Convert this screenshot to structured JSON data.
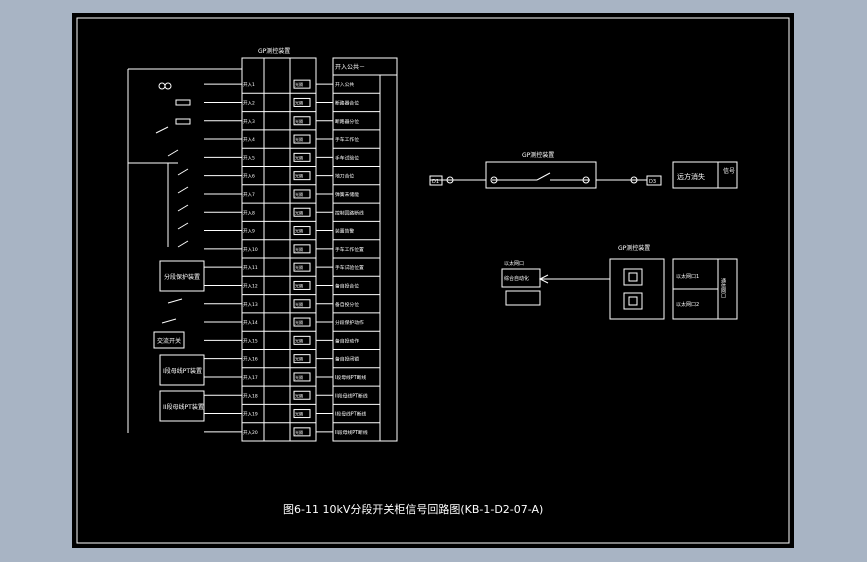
{
  "caption": "图6-11 10kV分段开关柜信号回路图(KB-1-D2-07-A)",
  "left_device_header": "GP测控装置",
  "signal_table_header": "开入公共－",
  "terminal_label_prefix": "开入",
  "terminal_numbers": [
    "1",
    "2",
    "3",
    "4",
    "5",
    "6",
    "7",
    "8",
    "9",
    "10",
    "11",
    "12",
    "13",
    "14",
    "15",
    "16",
    "17",
    "18",
    "19",
    "20"
  ],
  "internal_box_label": "光隔",
  "signal_names": [
    "开入公共",
    "断路器合位",
    "断路器分位",
    "手车工作位",
    "手车试验位",
    "地刀合位",
    "弹簧未储能",
    "控制回路断线",
    "装置告警",
    "手车工作位置",
    "手车试验位置",
    "备自投合位",
    "备自投分位",
    "分段保护动作",
    "备自投动作",
    "备自投闭锁",
    "I段母线PT断线",
    "II段母线PT断线",
    "I段母线PT断线",
    "II段母线PT断线"
  ],
  "circuit_box_labels": [
    "分段保护装置",
    "交流开关",
    "I段母线PT装置",
    "II段母线PT装置"
  ],
  "sync_device_header": "GP测控装置",
  "sync_terminals": [
    "D1",
    "D3"
  ],
  "sync_output_label": "远方消失",
  "sync_signal_label": "信号",
  "comm_device_header": "GP测控装置",
  "comm_source_header": "以太网口",
  "comm_source_label": "综合自动化",
  "comm_port_labels": [
    "以太网口1",
    "以太网口2"
  ],
  "comm_right_label": "通信网口"
}
